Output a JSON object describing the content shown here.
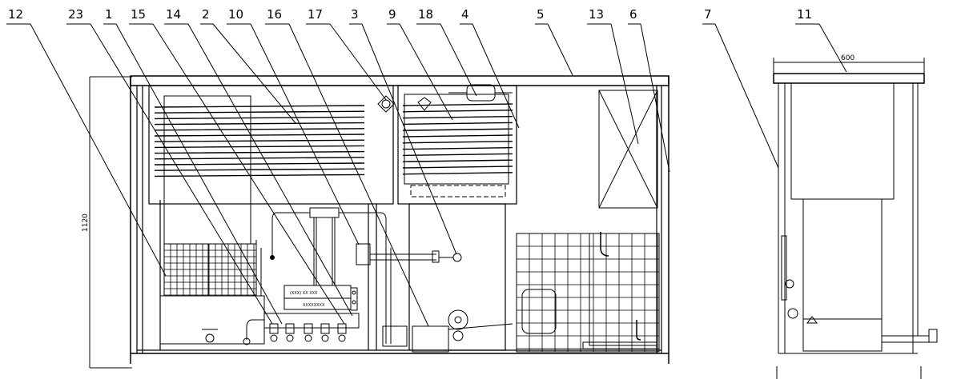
{
  "callouts": [
    {
      "id": "c12",
      "label": "12"
    },
    {
      "id": "c23",
      "label": "23"
    },
    {
      "id": "c1",
      "label": "1"
    },
    {
      "id": "c15",
      "label": "15"
    },
    {
      "id": "c14",
      "label": "14"
    },
    {
      "id": "c2",
      "label": "2"
    },
    {
      "id": "c10",
      "label": "10"
    },
    {
      "id": "c16",
      "label": "16"
    },
    {
      "id": "c17",
      "label": "17"
    },
    {
      "id": "c3",
      "label": "3"
    },
    {
      "id": "c9",
      "label": "9"
    },
    {
      "id": "c18",
      "label": "18"
    },
    {
      "id": "c4",
      "label": "4"
    },
    {
      "id": "c5",
      "label": "5"
    },
    {
      "id": "c13",
      "label": "13"
    },
    {
      "id": "c6",
      "label": "6"
    },
    {
      "id": "c7",
      "label": "7"
    },
    {
      "id": "c11",
      "label": "11"
    }
  ],
  "dimensions": {
    "height": "1120",
    "depth": "600"
  },
  "nameplate": {
    "line1": "(XXX) XX XXX",
    "line2": "XXXXXXXX"
  }
}
